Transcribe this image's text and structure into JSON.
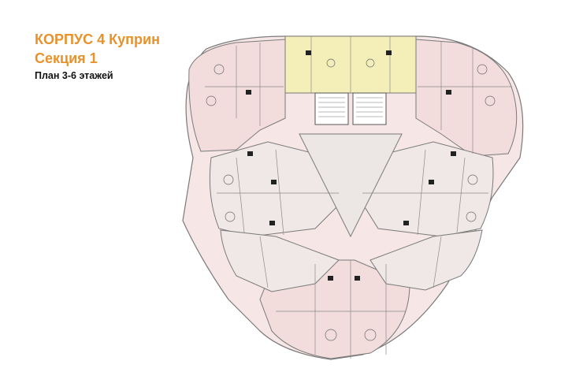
{
  "heading": {
    "building": "КОРПУС 4 Куприн",
    "section": "Секция 1",
    "floors": "План 3-6 этажей"
  },
  "colors": {
    "title_orange": "#e8922c",
    "wing_pink": "#f3dcdc",
    "wing_pink_dark": "#ebc9c9",
    "center_yellow": "#f4efb9",
    "corridor_gray": "#ece7e5",
    "wall": "#6e6e6e",
    "label_badge": "#222222"
  }
}
